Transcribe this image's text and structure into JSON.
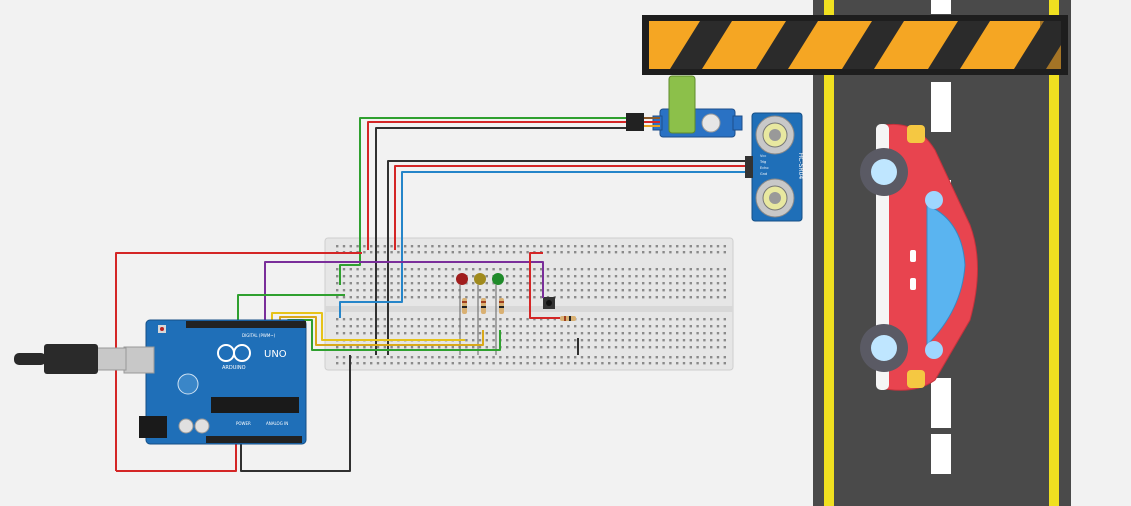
{
  "arduino": {
    "brand_label": "UNO",
    "wordmark": "ARDUINO",
    "digital_label": "DIGITAL (PWM~)",
    "power_label": "POWER",
    "analog_label": "ANALOG IN"
  },
  "ultrasonic_sensor": {
    "model_label": "HC-SR04",
    "pin_labels": [
      "Vcc",
      "Trig",
      "Echo",
      "Gnd"
    ]
  },
  "leds": [
    {
      "color": "red",
      "hex": "#a01d1d"
    },
    {
      "color": "yellow",
      "hex": "#a08a1d"
    },
    {
      "color": "green",
      "hex": "#1f8a2a"
    }
  ],
  "wire_colors": {
    "red": "#d42626",
    "black": "#303030",
    "green": "#2fa02f",
    "blue": "#2585c9",
    "purple": "#7a2e9a",
    "yellow": "#e6c31a"
  },
  "road": {
    "asphalt": "#4a4a4a",
    "edge_line": "#f0e020",
    "center_dash": "#ffffff"
  },
  "barrier": {
    "stripe_a": "#f5a623",
    "stripe_b": "#2b2b2b",
    "arm": "#8cc04a"
  },
  "car": {
    "body": "#e8444f",
    "glass": "#5ab4f0"
  }
}
